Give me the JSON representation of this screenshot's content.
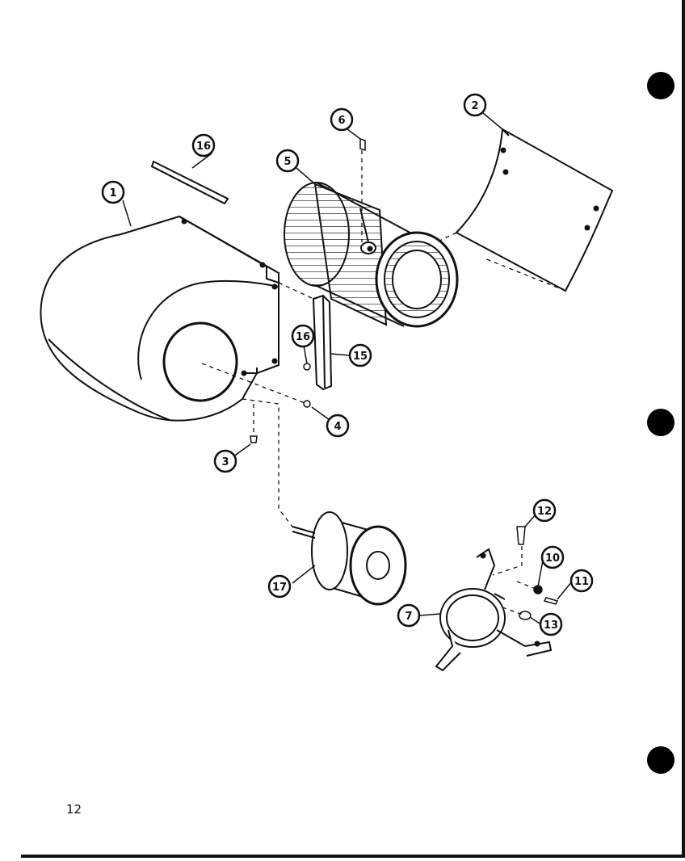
{
  "diagram": {
    "page_number": "12",
    "callouts": [
      "1",
      "2",
      "3",
      "4",
      "5",
      "6",
      "7",
      "10",
      "11",
      "12",
      "13",
      "15",
      "16",
      "16",
      "17"
    ]
  },
  "colors": {
    "ink": "#111111",
    "paper": "#ffffff"
  },
  "parts": [
    "housing-icon",
    "blower-wheel-icon",
    "housing-cutoff-panel-icon",
    "motor-icon",
    "motor-mount-bracket-icon",
    "bracket-strip-icon",
    "screw-icon",
    "nut-icon",
    "washer-icon"
  ]
}
